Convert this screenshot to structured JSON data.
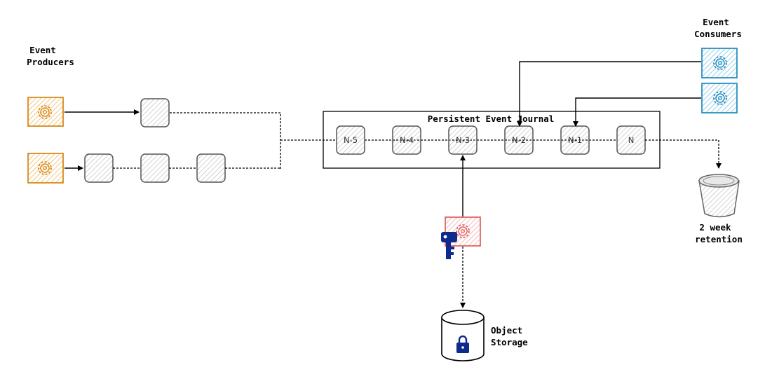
{
  "producers_label": [
    "Event",
    "Producers"
  ],
  "consumers_label": [
    "Event",
    "Consumers"
  ],
  "journal_title": "Persistent Event Journal",
  "journal_nodes": [
    "N-5",
    "N-4",
    "N-3",
    "N-2",
    "N-1",
    "N"
  ],
  "retention_label": [
    "2 week",
    "retention"
  ],
  "storage_label": [
    "Object",
    "Storage"
  ],
  "colors": {
    "producer": "#d98a1a",
    "consumer": "#2a8fc0",
    "archiver": "#e06666",
    "key": "#0d2a8c",
    "lock": "#0d2a8c",
    "line": "#000000",
    "node_border": "#555555",
    "hatch": "#c8c8c8"
  },
  "icons": {
    "producer": "gear-icon",
    "consumer": "gear-icon",
    "archiver": "gear-icon",
    "key": "key-icon",
    "lock": "lock-icon",
    "bucket": "bucket-icon",
    "storage": "cylinder-icon"
  }
}
